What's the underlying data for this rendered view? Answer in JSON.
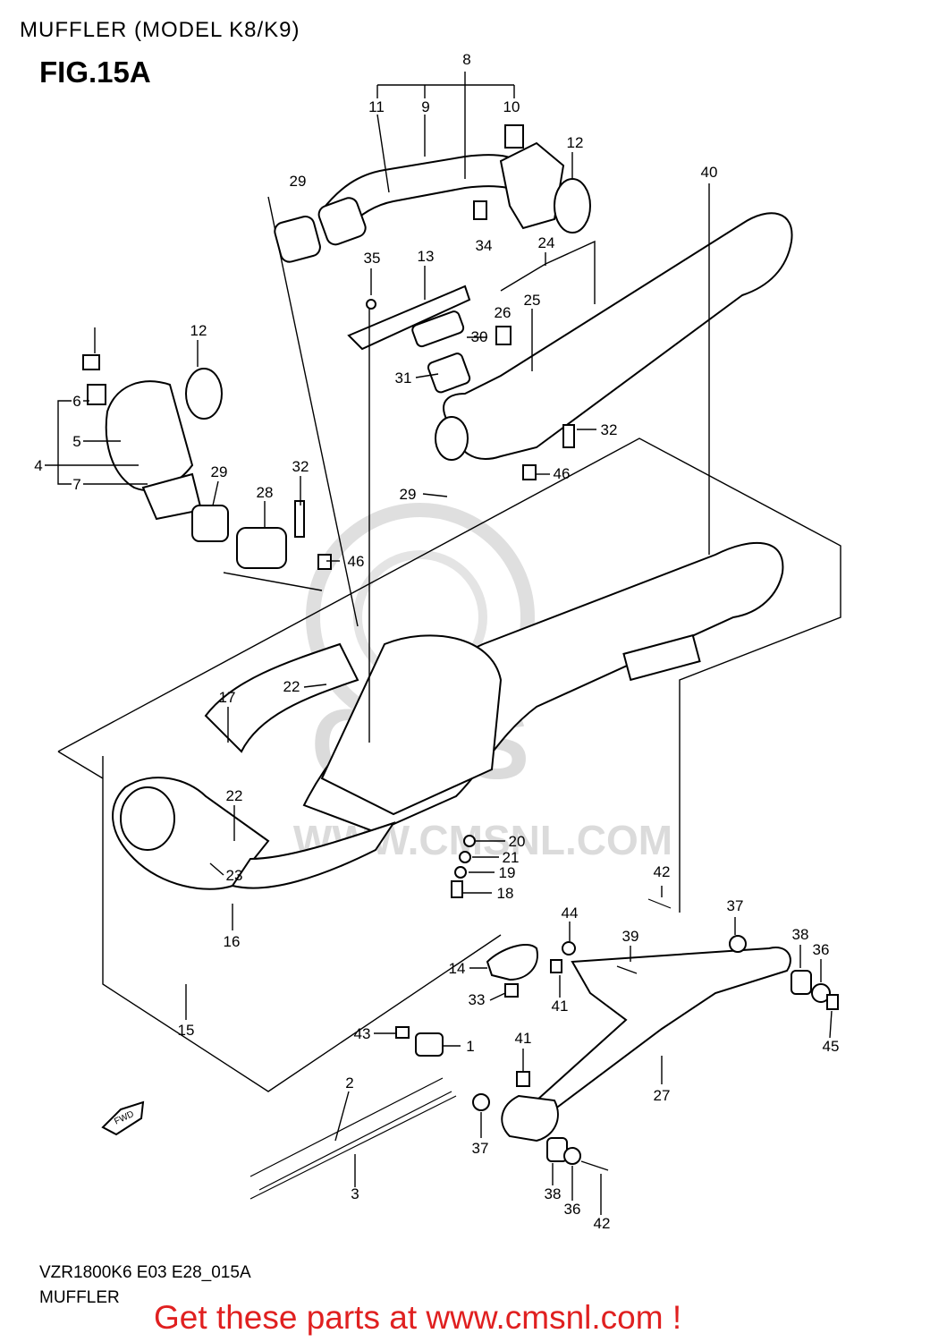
{
  "header": {
    "section_title": "MUFFLER (MODEL K8/K9)",
    "figure_label": "FIG.15A"
  },
  "watermark": {
    "logo_letters": "CMS",
    "site": "WWW.CMSNL.COM"
  },
  "direction_marker": "FWD",
  "callouts": [
    "8",
    "9",
    "10",
    "11",
    "12",
    "29",
    "34",
    "40",
    "24",
    "25",
    "35",
    "13",
    "26",
    "30",
    "31",
    "32",
    "46",
    "12",
    "4",
    "5",
    "6",
    "7",
    "29",
    "32",
    "28",
    "46",
    "29",
    "22",
    "17",
    "22",
    "23",
    "16",
    "20",
    "21",
    "19",
    "18",
    "15",
    "42",
    "37",
    "44",
    "39",
    "38",
    "36",
    "14",
    "33",
    "41",
    "45",
    "43",
    "1",
    "41",
    "2",
    "27",
    "37",
    "3",
    "38",
    "36",
    "42"
  ],
  "footer": {
    "drawing_code": "VZR1800K6 E03 E28_015A",
    "caption": "MUFFLER",
    "promo": "Get these parts at www.cmsnl.com !"
  }
}
